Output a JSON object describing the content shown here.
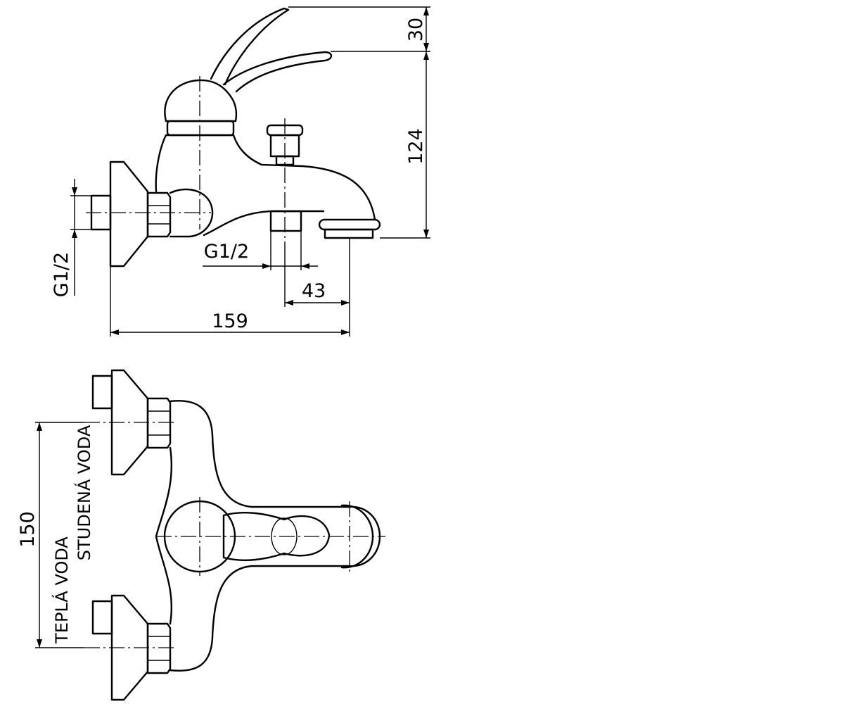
{
  "side_view": {
    "dims": {
      "handle_travel": "30",
      "spout_height": "124",
      "thread_inlet": "G1/2",
      "thread_outlet": "G1/2",
      "spout_offset": "43",
      "overall_length": "159"
    }
  },
  "top_view": {
    "dims": {
      "inlet_spacing": "150"
    },
    "labels": {
      "cold_water": "STUDENÁ VODA",
      "hot_water": "TEPLÁ VODA"
    }
  }
}
